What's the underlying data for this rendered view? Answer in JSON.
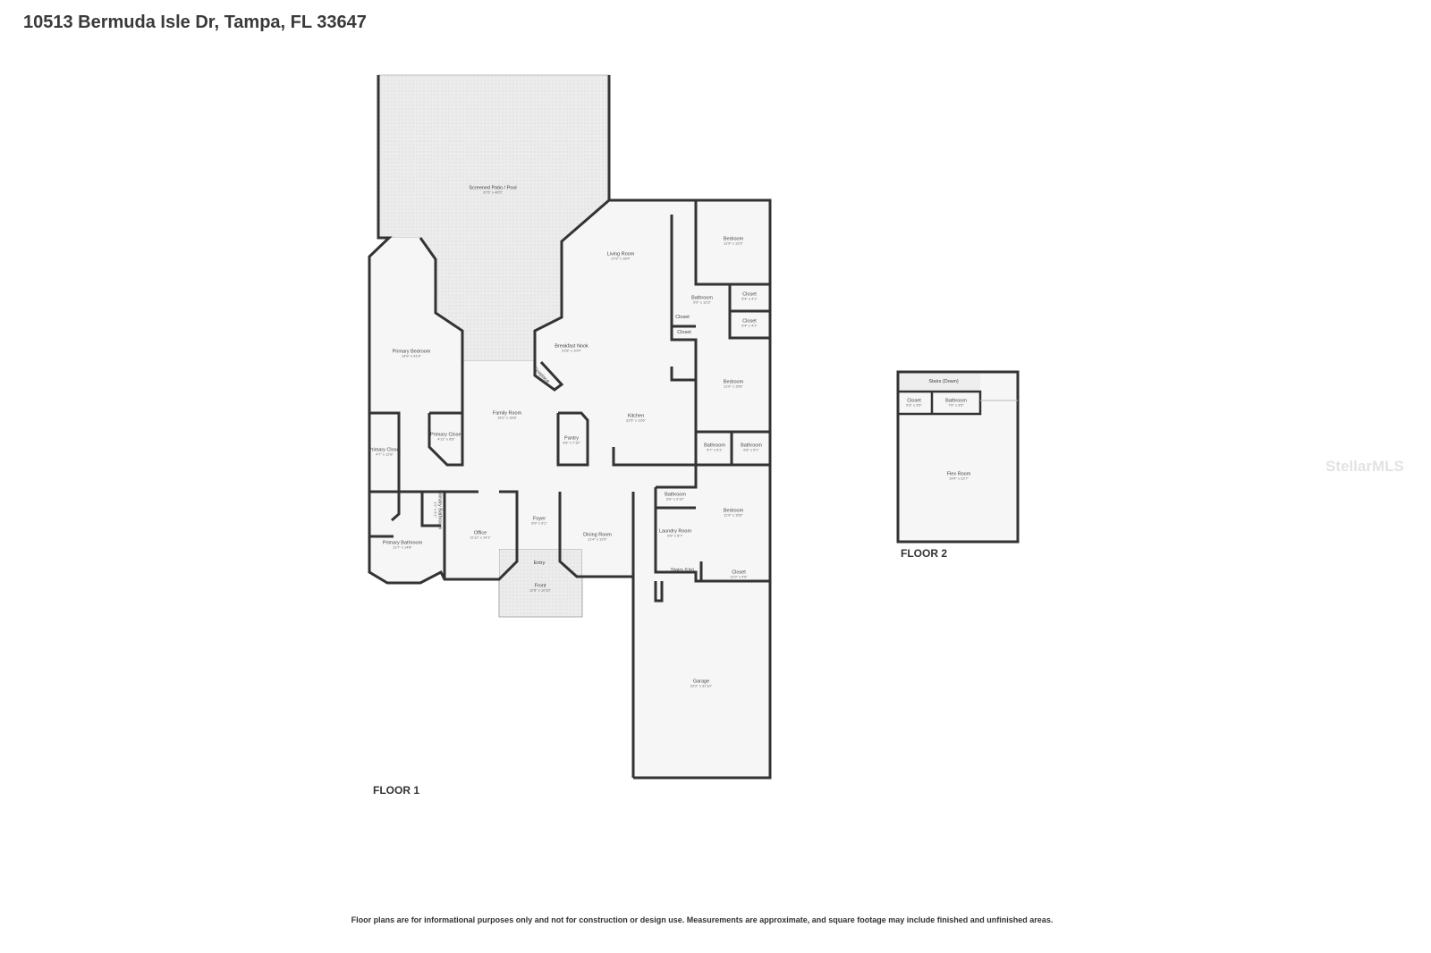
{
  "title": "10513 Bermuda Isle Dr, Tampa, FL 33647",
  "floors": [
    {
      "label": "FLOOR 1"
    },
    {
      "label": "FLOOR 2"
    }
  ],
  "rooms": [
    {
      "name": "Screened Patio / Pool",
      "dims": "37'5\" x 46'5\""
    },
    {
      "name": "Living Room",
      "dims": "17'9\" x 18'4\""
    },
    {
      "name": "Bedroom",
      "dims": "11'9\" x 12'3\""
    },
    {
      "name": "Bathroom",
      "dims": "9'0\" x 12'3\""
    },
    {
      "name": "Closet",
      "dims": "6'4\" x 4'1\""
    },
    {
      "name": "Closet",
      "dims": "6'4\" x 4'1\""
    },
    {
      "name": "Closet",
      "dims": ""
    },
    {
      "name": "Closet",
      "dims": ""
    },
    {
      "name": "Breakfast Nook",
      "dims": "22'8\" x 10'4\""
    },
    {
      "name": "Primary Bedroom",
      "dims": "14'9\" x 41'4\""
    },
    {
      "name": "Bedroom",
      "dims": "11'9\" x 15'8\""
    },
    {
      "name": "Family Room",
      "dims": "15'2\" x 16'8\""
    },
    {
      "name": "Kitchen",
      "dims": "22'5\" x 13'6\""
    },
    {
      "name": "Primary Closet",
      "dims": "4'11\" x 8'5\""
    },
    {
      "name": "Pantry",
      "dims": "4'8\" x 7'10\""
    },
    {
      "name": "Bathroom",
      "dims": "5'7\" x 5'1\""
    },
    {
      "name": "Bathroom",
      "dims": "5'8\" x 5'1\""
    },
    {
      "name": "Primary Closet",
      "dims": "4'7\" x 12'8\""
    },
    {
      "name": "Bathroom",
      "dims": "6'6\" x 2'10\""
    },
    {
      "name": "Bedroom",
      "dims": "11'9\" x 15'6\""
    },
    {
      "name": "Foyer",
      "dims": "6'9\" x 9'1\""
    },
    {
      "name": "Office",
      "dims": "11'11\" x 14'1\""
    },
    {
      "name": "Laundry Room",
      "dims": "6'6\" x 8'7\""
    },
    {
      "name": "Dining Room",
      "dims": "11'4\" x 12'5\""
    },
    {
      "name": "Primary Bathroom",
      "dims": "11'7\" x 14'8\""
    },
    {
      "name": "Entry",
      "dims": ""
    },
    {
      "name": "Stairs (Up)",
      "dims": ""
    },
    {
      "name": "Closet",
      "dims": "11'0\" x 4'9\""
    },
    {
      "name": "Front",
      "dims": "12'8\" x 10'10\""
    },
    {
      "name": "Garage",
      "dims": "22'2\" x 31'10\""
    },
    {
      "name": "Primary Bathroom",
      "dims": "2'2\" x 5'1\""
    },
    {
      "name": "Fireplace",
      "dims": ""
    },
    {
      "name": "Stairs (Down)",
      "dims": ""
    },
    {
      "name": "Closet",
      "dims": "5'3\" x 3'5\""
    },
    {
      "name": "Bathroom",
      "dims": "7'6\" x 3'5\""
    },
    {
      "name": "Flex Room",
      "dims": "19'4\" x 22'7\""
    }
  ],
  "watermark": "StellarMLS",
  "disclaimer": "Floor plans are for informational purposes only and not for construction or design use. Measurements are approximate, and square footage may include finished and unfinished areas.",
  "colors": {
    "wall": "#333333",
    "floor": "#f6f6f6",
    "outdoor": "#e9e9e9"
  }
}
